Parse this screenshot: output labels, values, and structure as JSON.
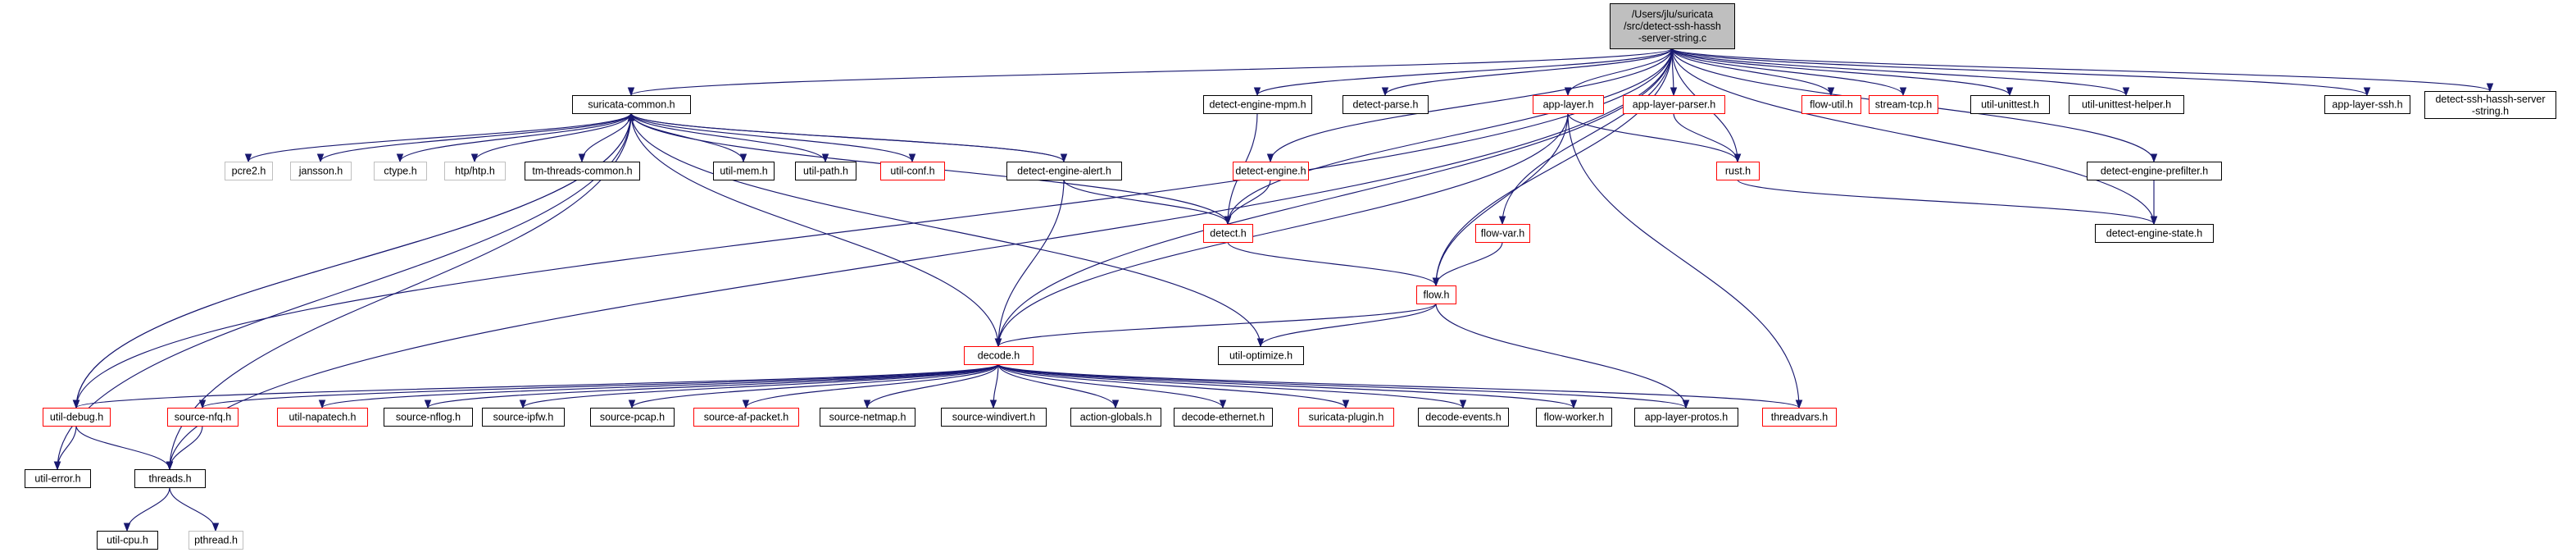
{
  "colors": {
    "edge": "#191970",
    "border_default": "#000000",
    "border_highlight": "#ff0000",
    "border_external": "#bfbfbf",
    "root_fill": "#bfbfbf",
    "fill": "#ffffff"
  },
  "nodes": {
    "root": [
      "/Users/jlu/suricata",
      "/src/detect-ssh-hassh",
      "-server-string.c"
    ],
    "suricata_common": [
      "suricata-common.h"
    ],
    "detect_engine_mpm": [
      "detect-engine-mpm.h"
    ],
    "detect_parse": [
      "detect-parse.h"
    ],
    "app_layer": [
      "app-layer.h"
    ],
    "app_layer_parser": [
      "app-layer-parser.h"
    ],
    "flow_util": [
      "flow-util.h"
    ],
    "stream_tcp": [
      "stream-tcp.h"
    ],
    "util_unittest": [
      "util-unittest.h"
    ],
    "util_unittest_helper": [
      "util-unittest-helper.h"
    ],
    "app_layer_ssh": [
      "app-layer-ssh.h"
    ],
    "detect_ssh_hassh_server_string": [
      "detect-ssh-hassh-server",
      "-string.h"
    ],
    "pcre2": [
      "pcre2.h"
    ],
    "jansson": [
      "jansson.h"
    ],
    "ctype": [
      "ctype.h"
    ],
    "htp": [
      "htp/htp.h"
    ],
    "tm_threads_common": [
      "tm-threads-common.h"
    ],
    "util_mem": [
      "util-mem.h"
    ],
    "util_path": [
      "util-path.h"
    ],
    "util_conf": [
      "util-conf.h"
    ],
    "detect_engine_alert": [
      "detect-engine-alert.h"
    ],
    "detect_engine": [
      "detect-engine.h"
    ],
    "rust": [
      "rust.h"
    ],
    "detect_engine_prefilter": [
      "detect-engine-prefilter.h"
    ],
    "detect": [
      "detect.h"
    ],
    "detect_engine_state": [
      "detect-engine-state.h"
    ],
    "flow_var": [
      "flow-var.h"
    ],
    "flow": [
      "flow.h"
    ],
    "util_optimize": [
      "util-optimize.h"
    ],
    "decode": [
      "decode.h"
    ],
    "util_debug": [
      "util-debug.h"
    ],
    "source_nfq": [
      "source-nfq.h"
    ],
    "util_napatech": [
      "util-napatech.h"
    ],
    "source_nflog": [
      "source-nflog.h"
    ],
    "source_ipfw": [
      "source-ipfw.h"
    ],
    "source_pcap": [
      "source-pcap.h"
    ],
    "source_af_packet": [
      "source-af-packet.h"
    ],
    "source_netmap": [
      "source-netmap.h"
    ],
    "source_windivert": [
      "source-windivert.h"
    ],
    "action_globals": [
      "action-globals.h"
    ],
    "decode_ethernet": [
      "decode-ethernet.h"
    ],
    "suricata_plugin": [
      "suricata-plugin.h"
    ],
    "decode_events": [
      "decode-events.h"
    ],
    "flow_worker": [
      "flow-worker.h"
    ],
    "app_layer_protos": [
      "app-layer-protos.h"
    ],
    "threadvars": [
      "threadvars.h"
    ],
    "util_error": [
      "util-error.h"
    ],
    "threads": [
      "threads.h"
    ],
    "util_cpu": [
      "util-cpu.h"
    ],
    "pthread": [
      "pthread.h"
    ]
  }
}
